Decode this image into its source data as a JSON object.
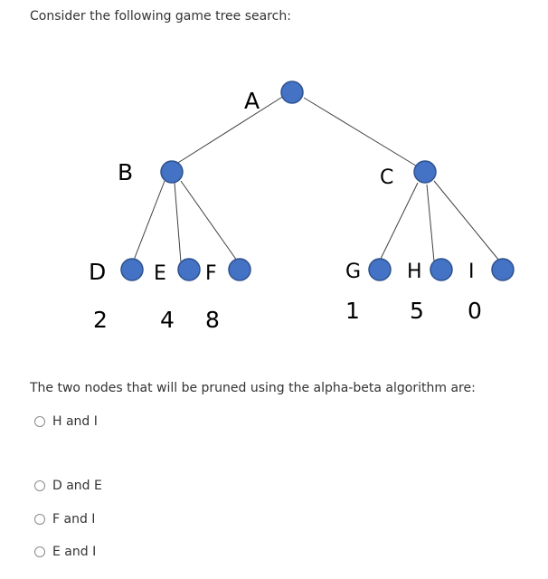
{
  "intro": "Consider the following game tree search:",
  "tree": {
    "labels": {
      "A": "A",
      "B": "B",
      "C": "C",
      "D": "D",
      "E": "E",
      "F": "F",
      "G": "G",
      "H": "H",
      "I": "I"
    },
    "leaf_values": {
      "D": "2",
      "E": "4",
      "F": "8",
      "G": "1",
      "H": "5",
      "I": "0"
    },
    "node_color": "#4472c4"
  },
  "question": "The two nodes that will be pruned using the alpha-beta algorithm are:",
  "options": [
    "H and I",
    "D and E",
    "F and I",
    "E and I"
  ]
}
